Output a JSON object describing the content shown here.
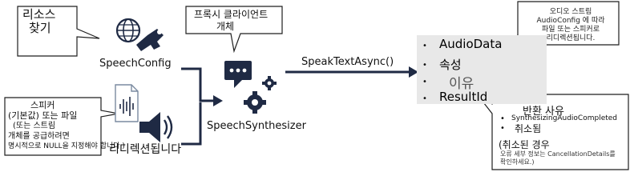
{
  "callouts": {
    "resource_find": [
      "리소스",
      "찾기"
    ],
    "proxy_client": [
      "프록시 클라이언트",
      "개체"
    ],
    "speaker_default": [
      "스피커",
      "(기본값) 또는 파일",
      "(또는 스트림",
      "개체를 공급하려면",
      "명시적으로 NULL을 지정해야 합니다.)"
    ],
    "audio_stream": [
      "오디오 스트림",
      "AudioConfig 에 따라",
      "파일 또는 스피커로",
      "리디렉션됩니다."
    ]
  },
  "nodes": {
    "speech_config": "SpeechConfig",
    "speech_synthesizer": "SpeechSynthesizer",
    "redirect": "리디렉션됩니다"
  },
  "edges": {
    "speak_text_async": "SpeakTextAsync()"
  },
  "result_list": {
    "items": [
      "AudioData",
      "속성",
      "이유",
      "ResultId"
    ]
  },
  "reason_callout": {
    "title": "반환 사유",
    "bullets": [
      "SynthesizingAudioCompleted",
      "취소됨"
    ],
    "cancel_title": "(취소된 경우",
    "cancel_text": [
      "오류 세부 정보는 CancellationDetails를",
      "확인하세요.)"
    ]
  },
  "icons": [
    "globe-icon",
    "key-icon",
    "chat-bubble-icon",
    "gear-icon",
    "audio-file-icon",
    "speaker-icon"
  ],
  "colors": {
    "dark_navy": "#1f2a44",
    "panel_gray": "#e8e8e8",
    "line_dark": "#1f2a44"
  }
}
